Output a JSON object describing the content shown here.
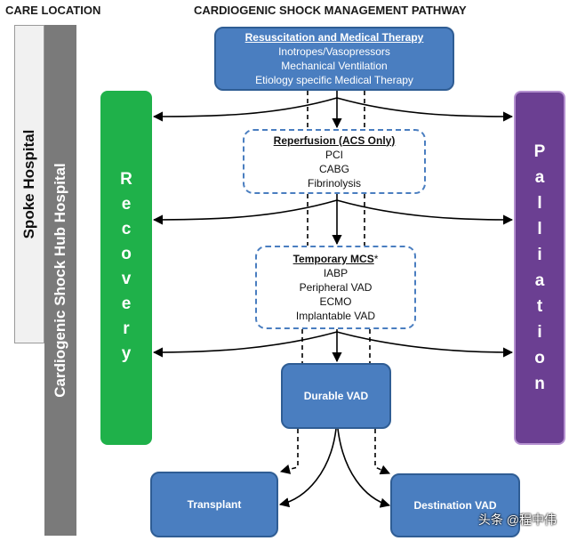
{
  "headers": {
    "care_location": "CARE LOCATION",
    "pathway_title": "CARDIOGENIC SHOCK MANAGEMENT PATHWAY"
  },
  "locations": {
    "spoke": "Spoke Hospital",
    "hub": "Cardiogenic Shock Hub Hospital"
  },
  "recovery": {
    "letters": [
      "R",
      "e",
      "c",
      "o",
      "v",
      "e",
      "r",
      "y"
    ]
  },
  "palliation": {
    "letters": [
      "P",
      "a",
      "l",
      "l",
      "i",
      "a",
      "t",
      "i",
      "o",
      "n"
    ]
  },
  "nodes": {
    "resuscitation": {
      "title": "Resuscitation and Medical Therapy",
      "items": [
        "Inotropes/Vasopressors",
        "Mechanical Ventilation",
        "Etiology specific Medical Therapy"
      ]
    },
    "reperfusion": {
      "title": "Reperfusion  (ACS Only)",
      "items": [
        "PCI",
        "CABG",
        "Fibrinolysis"
      ]
    },
    "temporary_mcs": {
      "title": "Temporary MCS",
      "title_suffix": "*",
      "items": [
        "IABP",
        "Peripheral VAD",
        "ECMO",
        "Implantable VAD"
      ]
    },
    "durable_vad": {
      "label": "Durable VAD"
    },
    "transplant": {
      "label": "Transplant"
    },
    "destination_vad": {
      "label": "Destination  VAD"
    }
  },
  "watermark": "头条 @程中伟",
  "colors": {
    "box_blue": "#4a7ec0",
    "box_border": "#2f5d94",
    "recovery_green": "#1fb14a",
    "palliation_purple": "#6b3f92",
    "hub_gray": "#7a7a7a",
    "spoke_fill": "#f1f1f1"
  }
}
